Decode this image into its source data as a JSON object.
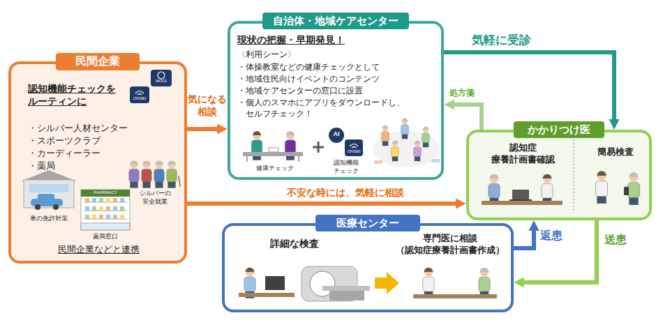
{
  "diagram": {
    "nodes": [
      {
        "text": [
          "民間企業",
          "認知機能チェックを ルーティンに",
          "ONSEI",
          "MOGI",
          "・シルバー人材センター",
          "・スポーツクラブ",
          "・カーディーラー",
          "・薬局",
          "シルバーの 安全就業",
          "車の免許対策",
          "PHARMACY",
          "薬局窓口",
          "民間企業などと連携"
        ]
      },
      {
        "text": [
          "自治体・地域ケアセンター",
          "現状の把握・早期発見！",
          "〈利用シーン〉",
          "・体操教室などの健康チェックとして",
          "・地域住民向けイベントのコンテンツ",
          "・地域ケアセンターの窓口に設置",
          "・個人のスマホにアプリをダウンロードし、 セルフチェック！",
          "健康チェック",
          "AI",
          "ONSEI",
          "認知機能 チェック"
        ]
      },
      {
        "text": [
          "かかりつけ医",
          "認知症 療養計画書確認",
          "簡易検査"
        ]
      },
      {
        "text": [
          "医療センター",
          "詳細な検査",
          "専門医に相談 （認知症療養計画書作成）"
        ]
      }
    ],
    "edges": [
      {
        "from": 0,
        "to": 1,
        "label": "気になる 相談",
        "arrow": "to"
      },
      {
        "from": 0,
        "to": 2,
        "label": "不安な時には、気軽に相談",
        "arrow": "to"
      },
      {
        "from": 1,
        "to": 2,
        "label": "気軽に受診",
        "arrow": "to"
      },
      {
        "from": 2,
        "to": 1,
        "label": "処方箋",
        "arrow": "to"
      },
      {
        "from": 2,
        "to": 3,
        "label": "送患",
        "arrow": "to"
      },
      {
        "from": 3,
        "to": 2,
        "label": "返患",
        "arrow": "to"
      }
    ]
  }
}
